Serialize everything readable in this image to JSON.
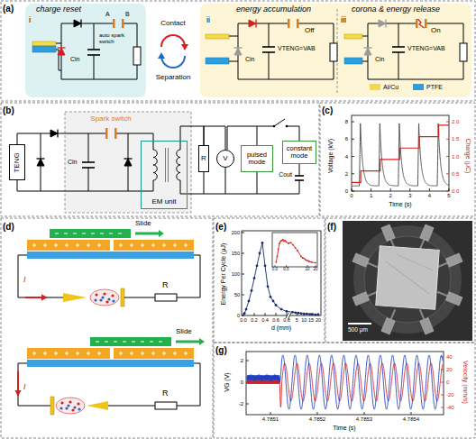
{
  "diagram": {
    "nodes": [
      {
        "text": [
          "TENG"
        ]
      },
      {
        "text": [
          "EM unit"
        ]
      },
      {
        "text": [
          "R"
        ]
      },
      {
        "text": [
          "V"
        ]
      },
      {
        "text": [
          "pulsed mode"
        ]
      },
      {
        "text": [
          "constant mode"
        ]
      }
    ],
    "edges": [
      {
        "from": 1,
        "to": 2,
        "arrow": "none"
      },
      {
        "from": 2,
        "to": 3,
        "arrow": "none"
      },
      {
        "from": 3,
        "to": 4,
        "arrow": "none"
      }
    ],
    "labels": [
      "(a)",
      "charge reset",
      "i",
      "A",
      "B",
      "auto spark switch",
      "Cin",
      "Contact",
      "Separation",
      "energy accumulation",
      "ii",
      "Off",
      "VTENG=VAB",
      "Cin",
      "iii",
      "corona & energy release",
      "On",
      "VTENG=VAB",
      "Cin",
      "(b)",
      "Spark switch",
      "Cin",
      "Cout",
      "(c)",
      "0",
      "2",
      "4",
      "6",
      "8",
      "Voltage (kV)",
      "0.0",
      "0.5",
      "1.0",
      "1.5",
      "2.0",
      "Charge (μC)",
      "0",
      "1",
      "2",
      "3",
      "4",
      "5",
      "Time (s)",
      "(d)",
      "Slide",
      "I",
      "R",
      "Slide",
      "I",
      "R",
      "(e)",
      "Energy Per Cycle (μJ)",
      "0",
      "50",
      "100",
      "150",
      "200",
      "0.0",
      "0.2",
      "0.4",
      "0.6",
      "0.8",
      "5",
      "10",
      "15",
      "20",
      "d (mm)",
      "0.0",
      "0.5",
      "10",
      "20",
      "(f)",
      "500 μm",
      "(g)",
      "VG (V)",
      "-2",
      "0",
      "2",
      "Velocity (mm/s)",
      "-40",
      "-20",
      "0",
      "20",
      "40",
      "4.7851",
      "4.7852",
      "4.7853",
      "4.7854",
      "Time (s)"
    ],
    "legend": [
      {
        "text": "Al/Cu",
        "color": "#f2d94e"
      },
      {
        "text": "PTFE",
        "color": "#2d9fe0"
      }
    ]
  }
}
